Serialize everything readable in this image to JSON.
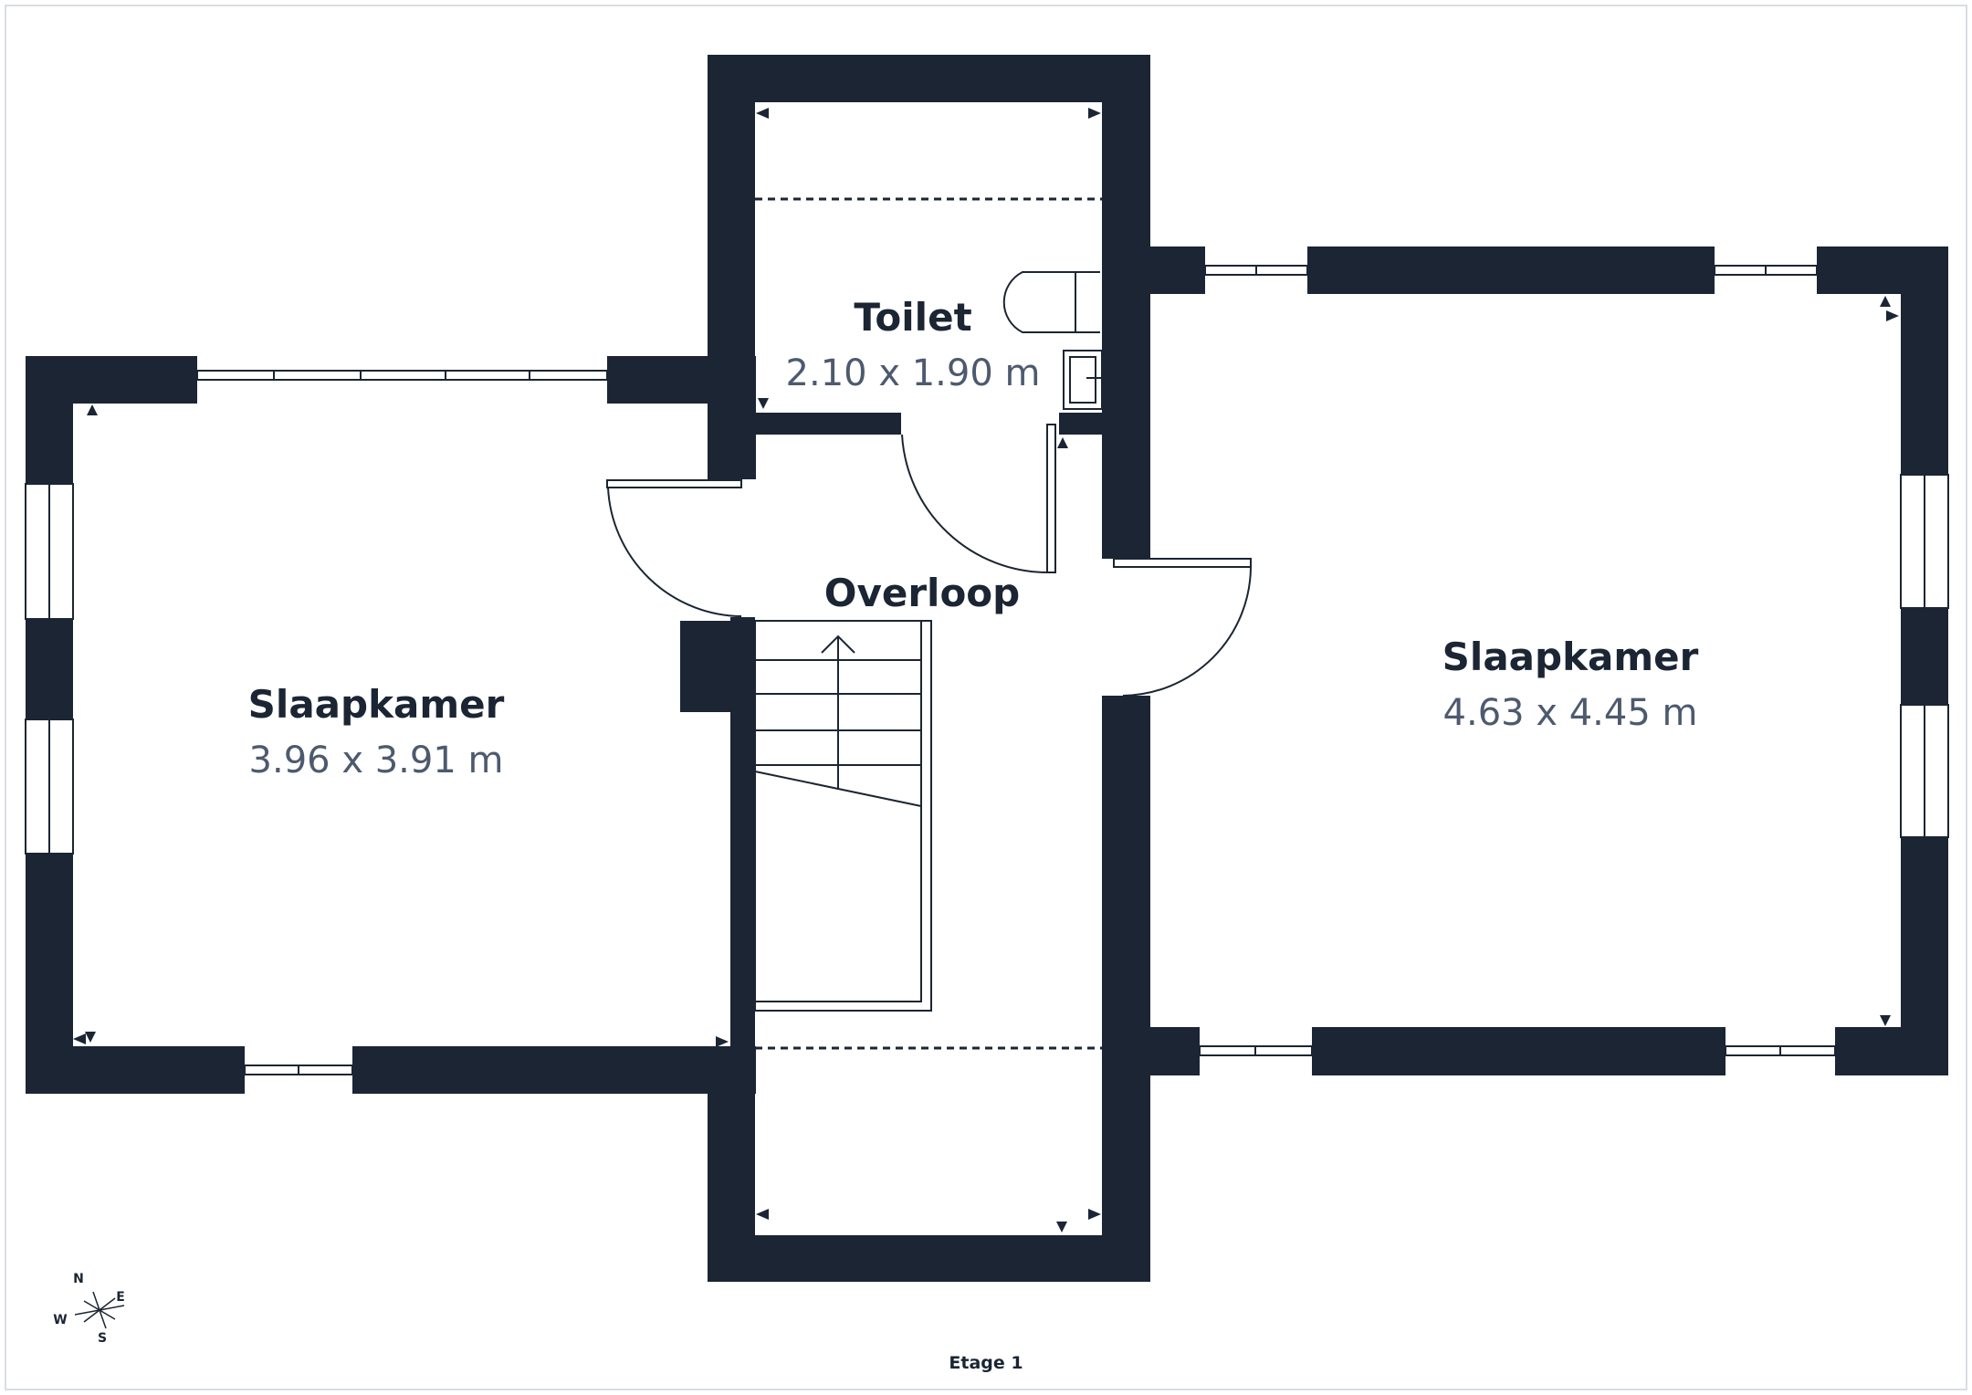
{
  "floor": {
    "label": "Etage 1"
  },
  "rooms": [
    {
      "id": "slaapkamer-left",
      "name": "Slaapkamer",
      "dimensions": "3.96 x 3.91 m"
    },
    {
      "id": "toilet",
      "name": "Toilet",
      "dimensions": "2.10 x 1.90 m"
    },
    {
      "id": "overloop",
      "name": "Overloop",
      "dimensions": ""
    },
    {
      "id": "slaapkamer-right",
      "name": "Slaapkamer",
      "dimensions": "4.63 x 4.45 m"
    }
  ],
  "compass": {
    "north": "N",
    "east": "E",
    "south": "S",
    "west": "W"
  },
  "colors": {
    "wall": "#1b2533",
    "dimension_text": "#4d5a6e",
    "background": "#ffffff"
  }
}
